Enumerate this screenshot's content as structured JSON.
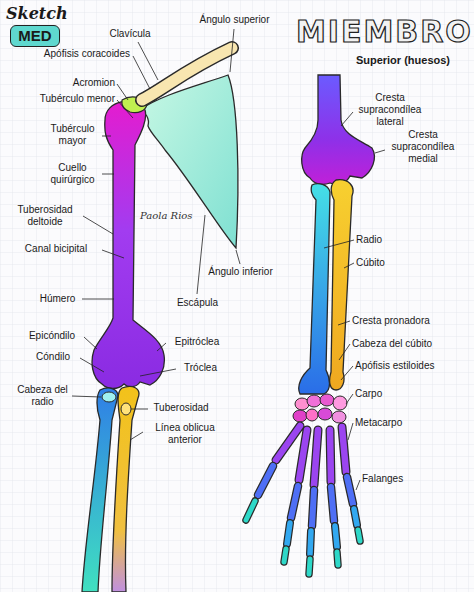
{
  "diagram": {
    "title": "MIEMBRO",
    "labels": [
      "Sketch",
      "MED",
      "Clavícula",
      "Ángulo superior",
      "Apófisis coracoides",
      "Acromion",
      "Tubérculo menor",
      "Tubérculo mayor",
      "Cuello quirúrgico",
      "Tuberosidad deltoide",
      "Canal bicipital",
      "Paola Rios",
      "Ángulo inferior",
      "Húmero",
      "Escápula",
      "Epicóndilo",
      "Epitróclea",
      "Cóndilo",
      "Tróclea",
      "Cabeza del radio",
      "Tuberosidad",
      "Línea oblicua anterior",
      "Superior (huesos)",
      "Cresta supracondílea lateral",
      "Cresta supracondílea medial",
      "Radio",
      "Cúbito",
      "Cresta pronadora",
      "Cabeza del cúbito",
      "Apófisis estiloides",
      "Carpo",
      "Metacarpo",
      "Falanges"
    ]
  }
}
